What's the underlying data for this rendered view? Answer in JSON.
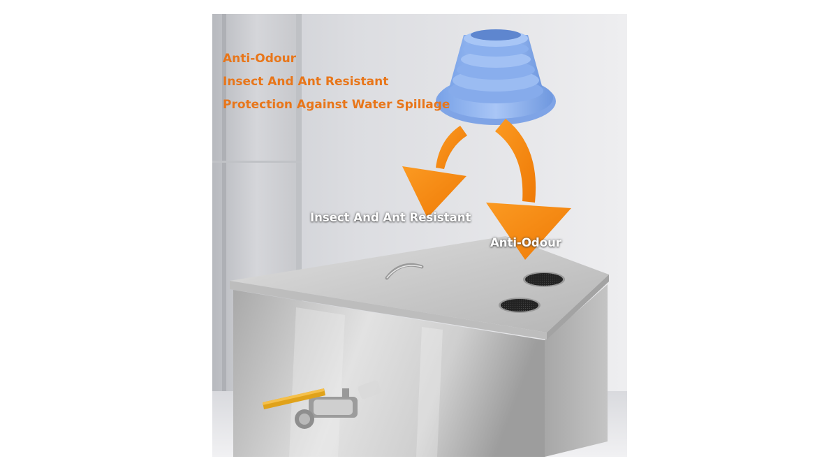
{
  "features": {
    "line1": "Anti-Odour",
    "line2": "Insect And Ant Resistant",
    "line3": "Protection Against Water Spillage"
  },
  "callouts": {
    "left": "Insect And Ant Resistant",
    "right": "Anti-Odour"
  },
  "colors": {
    "accent_text": "#e8761a",
    "arrow": "#f7870f",
    "seal": "#8fb3ee",
    "steel": "#c9c9c9"
  }
}
